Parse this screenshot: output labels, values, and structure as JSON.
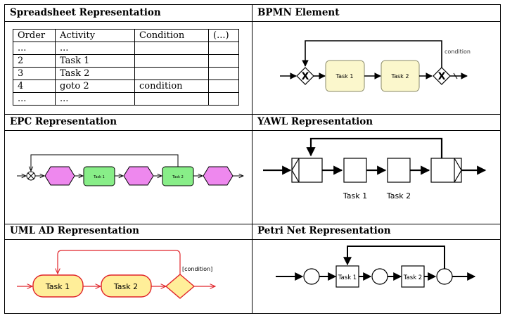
{
  "titles": {
    "spreadsheet": "Spreadsheet Representation",
    "bpmn": "BPMN Element",
    "epc": "EPC Representation",
    "yawl": "YAWL Representation",
    "uml": "UML AD Representation",
    "petri": "Petri Net Representation"
  },
  "spreadsheet": {
    "headers": [
      "Order",
      "Activity",
      "Condition",
      "(...)"
    ],
    "rows": [
      [
        "...",
        "...",
        "",
        ""
      ],
      [
        "2",
        "Task 1",
        "",
        ""
      ],
      [
        "3",
        "Task 2",
        "",
        ""
      ],
      [
        "4",
        "goto 2",
        "condition",
        ""
      ],
      [
        "...",
        "...",
        "",
        ""
      ]
    ]
  },
  "bpmn": {
    "task1": "Task 1",
    "task2": "Task 2",
    "condition": "condition",
    "gateway_symbol": "X"
  },
  "epc": {
    "task1": "Task 1",
    "task2": "Task 2"
  },
  "yawl": {
    "task1": "Task 1",
    "task2": "Task 2"
  },
  "uml": {
    "task1": "Task 1",
    "task2": "Task 2",
    "condition": "[condition]"
  },
  "petri": {
    "task1": "Task 1",
    "task2": "Task 2"
  },
  "colors": {
    "bpmn_task_fill": "#fbf7cc",
    "bpmn_task_stroke": "#8a8a6a",
    "epc_event_fill": "#ee88ee",
    "epc_function_fill": "#88ee88",
    "uml_stroke": "#e0242a",
    "uml_fill": "#ffee99"
  }
}
